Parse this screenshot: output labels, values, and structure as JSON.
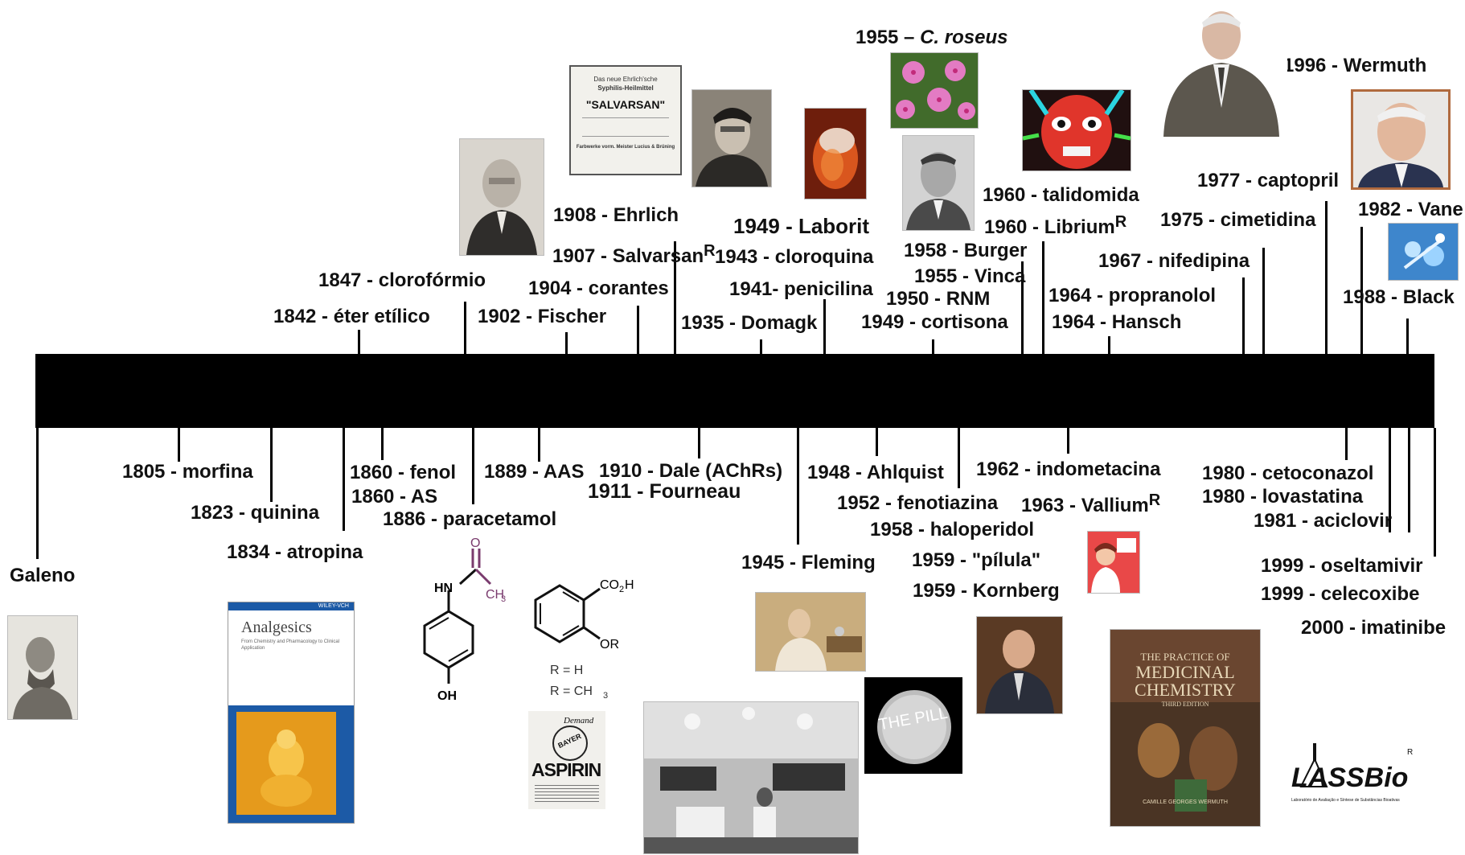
{
  "labels": {
    "top": {
      "e1842": "1842 - éter etílico",
      "e1847": "1847 - clorofórmio",
      "e1902": "1902 - Fischer",
      "e1904": "1904 - corantes",
      "e1907": "1907 - Salvarsan",
      "e1908": "1908 - Ehrlich",
      "e1935": "1935 - Domagk",
      "e1941": "1941- penicilina",
      "e1943": "1943 - cloroquina",
      "e1949a": "1949 - Laborit",
      "e1955a": "1955 –",
      "e1955a_italic": "C. roseus",
      "e1949b": "1949 - cortisona",
      "e1950": "1950 - RNM",
      "e1955b": "1955 - Vinca",
      "e1958": "1958 - Burger",
      "e1960a": "1960 - talidomida",
      "e1960b": "1960 - Librium",
      "e1964a": "1964 - propranolol",
      "e1964b": "1964 - Hansch",
      "e1967": "1967 - nifedipina",
      "e1975": "1975 - cimetidina",
      "e1977": "1977 - captopril",
      "e1982": "1982 - Vane",
      "e1988": "1988 - Black",
      "e1996": "1996 - Wermuth"
    },
    "bottom": {
      "galeno": "Galeno",
      "e1805": "1805 - morfina",
      "e1823": "1823 - quinina",
      "e1834": "1834 - atropina",
      "e1860a": "1860 - fenol",
      "e1860b": "1860 -  AS",
      "e1886": "1886 - paracetamol",
      "e1889": "1889 - AAS",
      "e1910": "1910 - Dale (AChRs)",
      "e1911": "1911 - Fourneau",
      "e1945": "1945 - Fleming",
      "e1948": "1948 - Ahlquist",
      "e1952": "1952 - fenotiazina",
      "e1958b": "1958 - haloperidol",
      "e1959a": "1959 - \"pílula\"",
      "e1959b": "1959 - Kornberg",
      "e1962": "1962 - indometacina",
      "e1963": "1963 - Vallium",
      "e1980a": "1980 - cetoconazol",
      "e1980b": "1980 - lovastatina",
      "e1981": "1981 - aciclovir",
      "e1999a": "1999 - oseltamivir",
      "e1999b": "1999 - celecoxibe",
      "e2000": "2000 - imatinibe"
    },
    "registered": "R"
  },
  "images": {
    "salvarsan_ad": {
      "line1": "Das neue Ehrlich'sche",
      "line2": "Syphilis-Heilmittel",
      "line3": "\"SALVARSAN\"",
      "line4": "Farbwerke vorm. Meister Lucius & Brüning"
    },
    "book_analgesics": {
      "publisher": "WILEY-VCH",
      "title": "Analgesics",
      "subtitle": "From Chemistry and Pharmacology to Clinical Application"
    },
    "book_practice": {
      "line1": "THE PRACTICE OF",
      "line2": "MEDICINAL",
      "line3": "CHEMISTRY",
      "line4": "THIRD EDITION",
      "author": "CAMILLE GEORGES WERMUTH"
    },
    "aspirin_ad": {
      "brand": "ASPIRIN",
      "maker": "BAYER",
      "top": "Demand"
    },
    "pill": {
      "text": "THE PILL"
    },
    "lassbio": {
      "name": "LASSBio",
      "sub": "Laboratório de Avaliação e Síntese de Substâncias Bioativas"
    }
  },
  "molecules": {
    "paracetamol": {
      "nh": "HN",
      "ch3": "CH",
      "sub3": "3",
      "o": "O",
      "oh": "OH"
    },
    "salicylate": {
      "co2h": "CO",
      "sub2": "2",
      "h": "H",
      "or": "OR",
      "rh": "R = H",
      "rch3": "R = CH",
      "sub3": "3"
    }
  },
  "colors": {
    "bar": "#000000",
    "ch3": "#7a3b6e",
    "o": "#7a3b6e"
  }
}
